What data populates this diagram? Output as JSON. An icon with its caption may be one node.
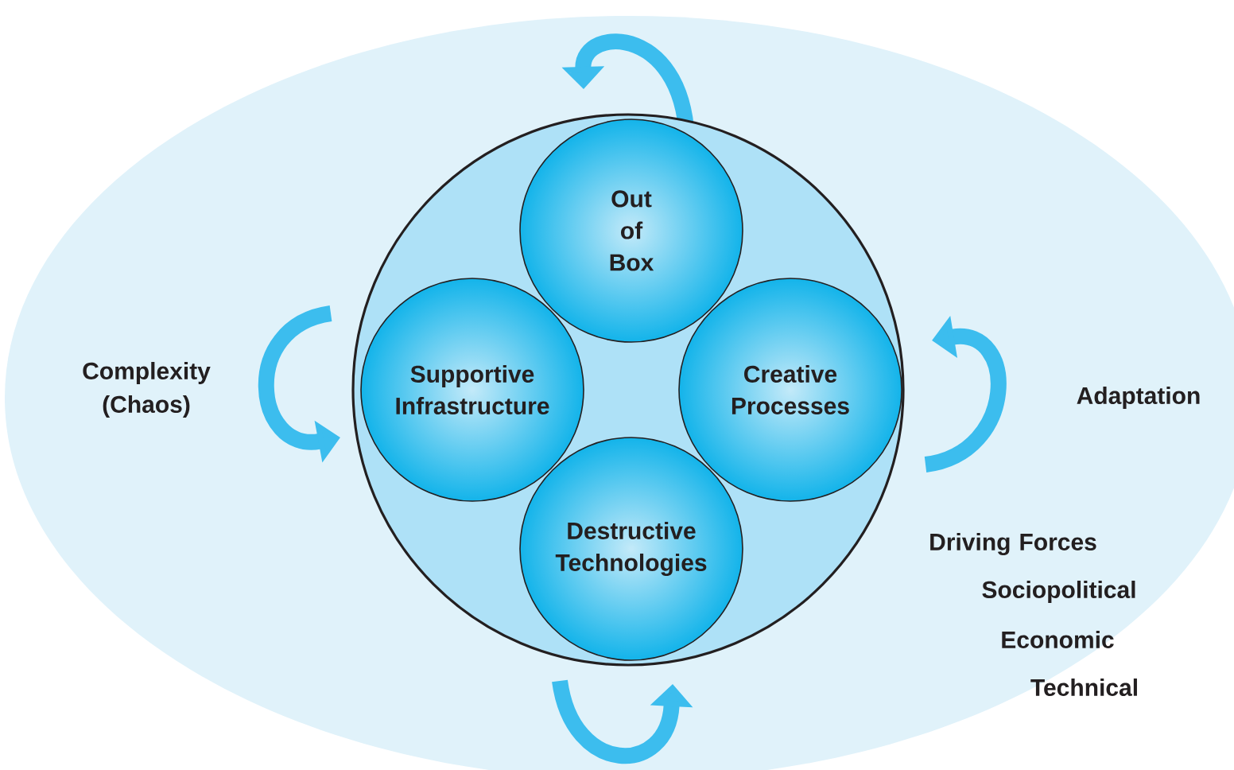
{
  "diagram": {
    "nodes": [
      {
        "text": [],
        "shape": "circle"
      },
      {
        "text": [
          "Out of Box"
        ],
        "in": 0
      },
      {
        "text": [
          "Supportive Infrastructure"
        ],
        "in": 0
      },
      {
        "text": [
          "Creative Processes"
        ],
        "in": 0
      },
      {
        "text": [
          "Destructive Technologies"
        ],
        "in": 0
      }
    ],
    "labels": [
      "Complexity (Chaos)",
      "Adaptation",
      "Driving Forces",
      "Sociopolitical",
      "Economic",
      "Technical"
    ]
  }
}
